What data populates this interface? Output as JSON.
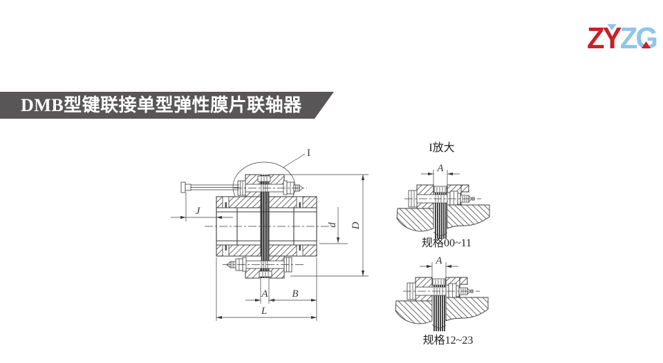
{
  "logo": {
    "zy": "ZY",
    "zg": "ZG"
  },
  "banner": {
    "title": "DMB型键联接单型弹性膜片联轴器"
  },
  "colors": {
    "page_bg": "#ffffff",
    "logo_red": "#c9202a",
    "logo_blue": "#8fc6e9",
    "banner_bg": "#585657",
    "banner_text": "#ffffff",
    "line": "#383838",
    "hatch": "#4f4f4f"
  },
  "main_drawing": {
    "callout_label": "I",
    "dims": {
      "J": "J",
      "d": "d",
      "D": "D",
      "A": "A",
      "B": "B",
      "L": "L"
    }
  },
  "details": [
    {
      "title": "I放大",
      "dim": "A",
      "caption": "规格00~11"
    },
    {
      "dim": "A",
      "caption": "规格12~23"
    }
  ]
}
